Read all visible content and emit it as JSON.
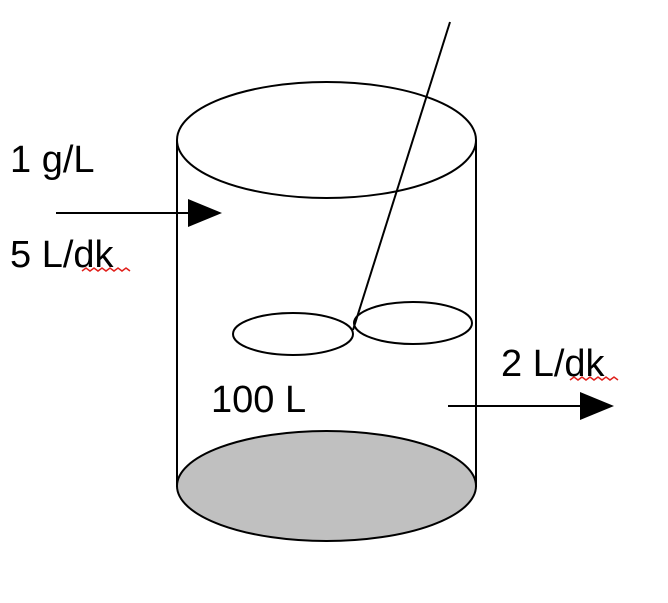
{
  "diagram": {
    "inflow_concentration": "1 g/L",
    "inflow_rate_value": "5 L/",
    "inflow_rate_unit": "dk",
    "tank_volume": "100 L",
    "outflow_rate_value": "2 L/",
    "outflow_rate_unit": "dk"
  },
  "colors": {
    "stroke": "#000000",
    "liquid_fill": "#c0c0c0",
    "spellcheck_underline": "#e0201b"
  }
}
